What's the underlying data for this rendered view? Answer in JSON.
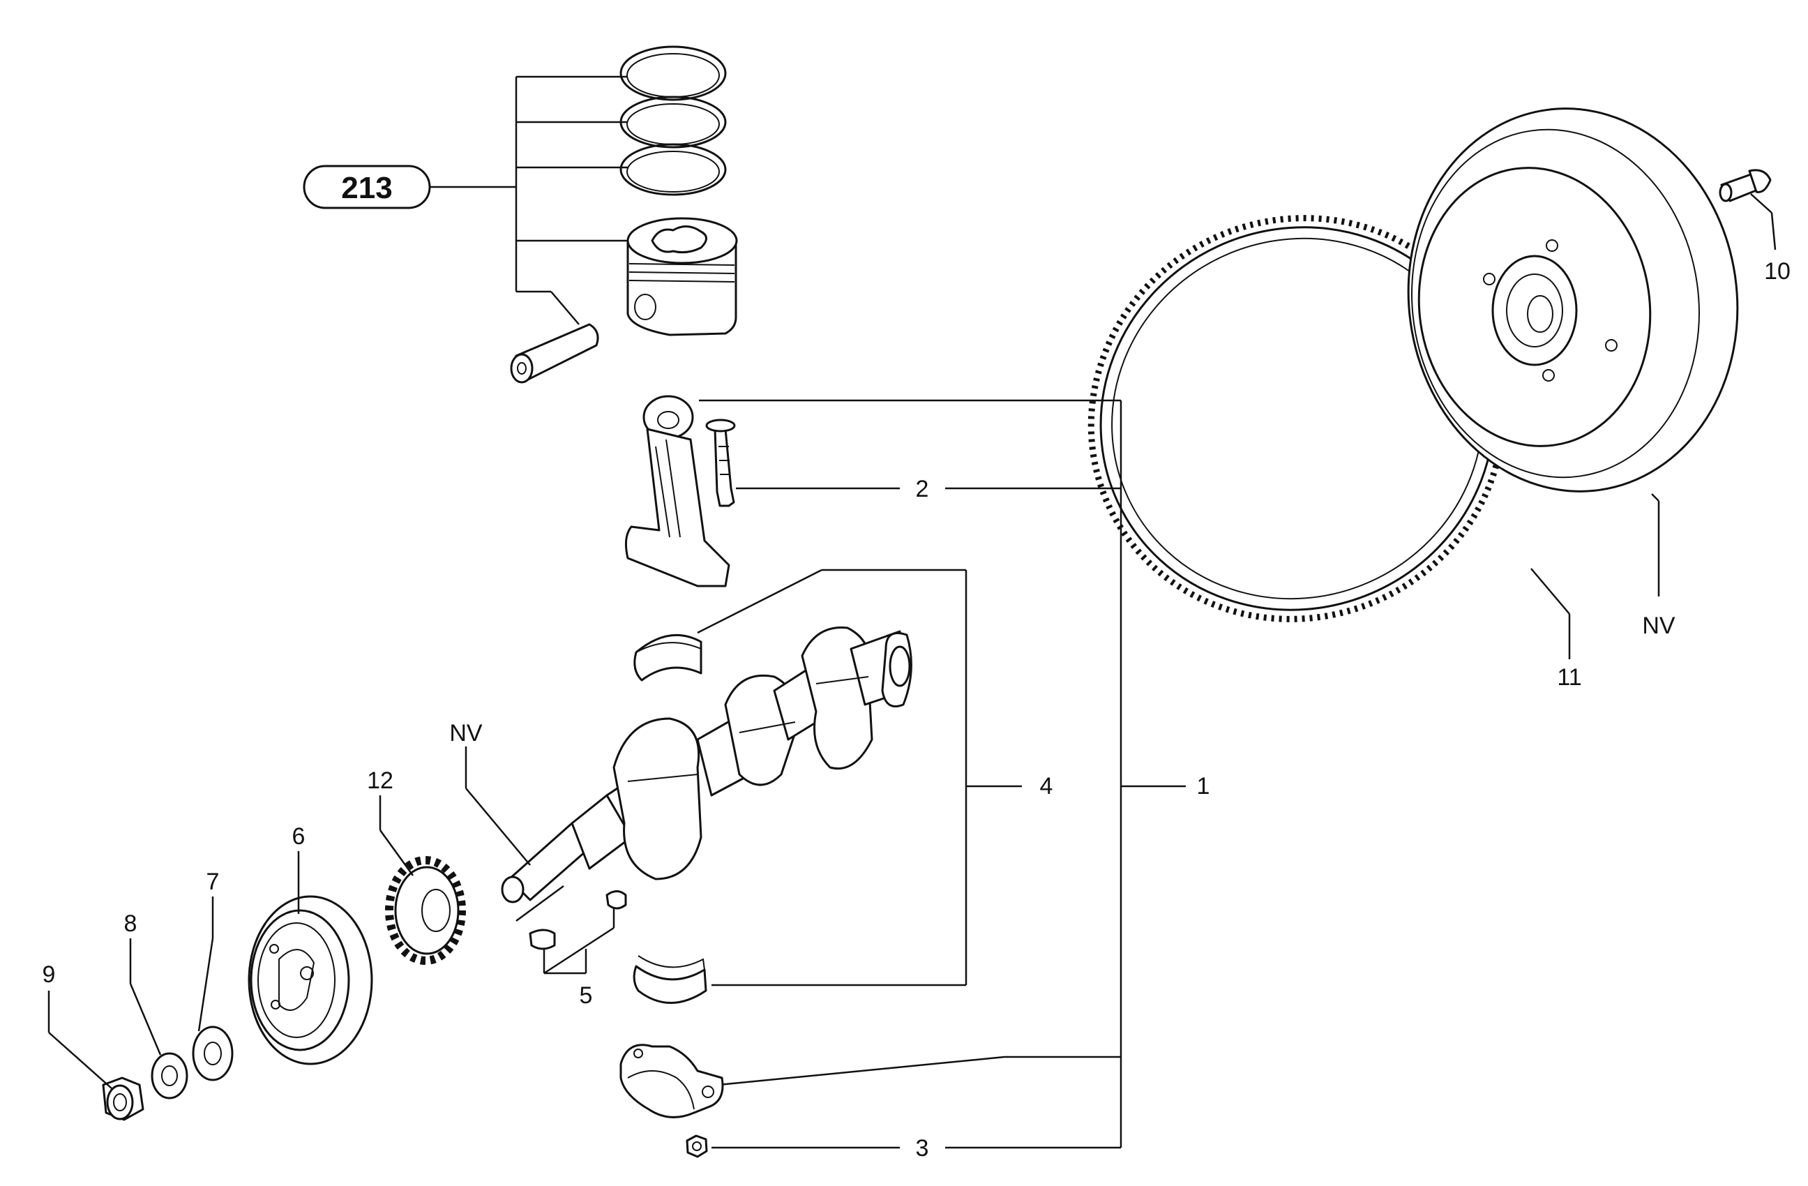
{
  "diagram": {
    "reference_badge": "213",
    "callouts": {
      "c1": "1",
      "c2": "2",
      "c3": "3",
      "c4": "4",
      "c5": "5",
      "c6": "6",
      "c7": "7",
      "c8": "8",
      "c9": "9",
      "c10": "10",
      "c11": "11",
      "c12": "12",
      "nv_crank": "NV",
      "nv_flywheel": "NV"
    }
  }
}
